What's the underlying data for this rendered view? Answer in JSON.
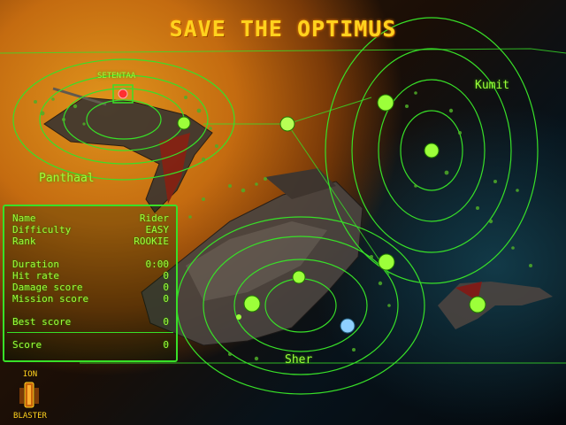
{
  "screen": {
    "title": "SAVE THE OPTIMUS"
  },
  "map": {
    "planets": [
      {
        "name": "Panthaal"
      },
      {
        "name": "Kumit"
      },
      {
        "name": "Sher"
      }
    ],
    "selected_target": {
      "label": "SETENTAA"
    }
  },
  "stats": {
    "name": {
      "label": "Name",
      "value": "Rider"
    },
    "difficulty": {
      "label": "Difficulty",
      "value": "EASY"
    },
    "rank": {
      "label": "Rank",
      "value": "ROOKIE"
    },
    "duration": {
      "label": "Duration",
      "value": "0:00"
    },
    "hit_rate": {
      "label": "Hit rate",
      "value": "0"
    },
    "damage_score": {
      "label": "Damage score",
      "value": "0"
    },
    "mission_score": {
      "label": "Mission score",
      "value": "0"
    },
    "best_score": {
      "label": "Best score",
      "value": "0"
    },
    "score": {
      "label": "Score",
      "value": "0"
    }
  },
  "weapon": {
    "top_label": "ION",
    "bottom_label": "BLASTER"
  },
  "colors": {
    "hud_green": "#38e028",
    "text_green": "#9cff3a",
    "title_yellow": "#ffd21e",
    "target_red": "#ff3030"
  }
}
